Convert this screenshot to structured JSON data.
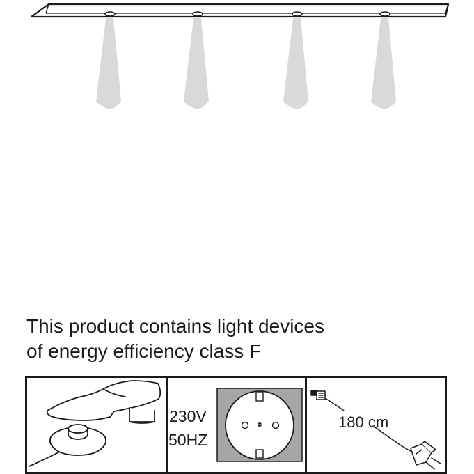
{
  "statement": {
    "line1": "This product contains light devices",
    "line2": "of energy efficiency class  F"
  },
  "panels": {
    "foot_switch": {
      "icon": "foot-switch-icon"
    },
    "power": {
      "voltage": "230V",
      "frequency": "50HZ",
      "icon": "schuko-socket-icon"
    },
    "cable": {
      "length": "180 cm",
      "icon": "power-cable-plug-icon"
    }
  },
  "colors": {
    "line": "#1a1a1a",
    "beam": "#d9d9d9",
    "socket": "#a6a6a6"
  }
}
